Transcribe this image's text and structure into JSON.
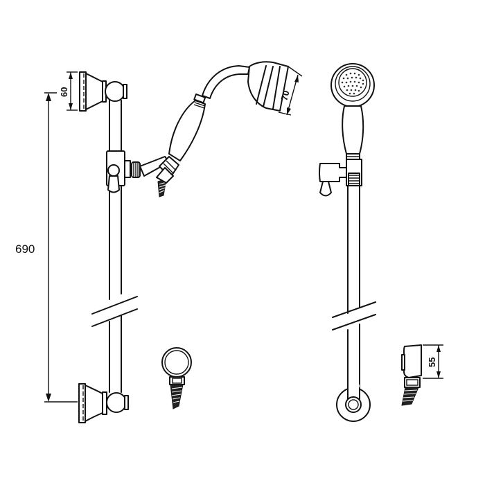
{
  "diagram": {
    "subject": "Shower riser rail kit with handset, hose outlet elbow and wall brackets",
    "line_color": "#111111",
    "background": "#ffffff",
    "dimensions": {
      "rail_height": "690",
      "bracket_height": "60",
      "handset_head_diameter": "70",
      "outlet_elbow_height": "55"
    },
    "views": [
      {
        "name": "front-view",
        "components": [
          "top-wall-bracket",
          "riser-rail",
          "slider-bracket",
          "bottom-wall-bracket",
          "angled-handset",
          "hose-outlet-ring"
        ]
      },
      {
        "name": "side-view",
        "components": [
          "handset-front",
          "slider-bracket",
          "riser-rail",
          "wall-plate",
          "outlet-elbow-side"
        ]
      }
    ]
  }
}
